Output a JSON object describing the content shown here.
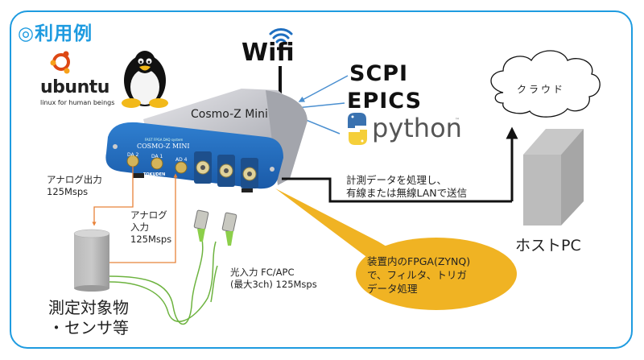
{
  "title": "◎利用例",
  "os_logos": {
    "ubuntu": {
      "name": "ubuntu",
      "tagline": "linux for human beings"
    },
    "linux": {
      "name": "tux-penguin"
    }
  },
  "wifi": {
    "label": "Wifi"
  },
  "protocols": [
    {
      "label": "SCPI"
    },
    {
      "label": "EPICS"
    },
    {
      "label": "python",
      "trademark": "™"
    }
  ],
  "device": {
    "name": "Cosmo-Z Mini",
    "panel_brand": "COSMO-Z MINI",
    "panel_subtitle": "FAST FPGA DAQ system",
    "maker": "TOKUDEN",
    "ports": [
      "DA 2",
      "DA 1",
      "AD 4"
    ]
  },
  "analog_output": {
    "line1": "アナログ出力",
    "line2": "125Msps"
  },
  "analog_input": {
    "line1": "アナログ",
    "line2": "入力",
    "line3": "125Msps"
  },
  "optical_input": {
    "line1": "光入力 FC/APC",
    "line2": "(最大3ch) 125Msps"
  },
  "target": {
    "line1": "測定対象物",
    "line2": "・センサ等"
  },
  "transmit": {
    "line1": "計測データを処理し、",
    "line2": "有線または無線LANで送信"
  },
  "callout": {
    "line1": "装置内のFPGA(ZYNQ)",
    "line2": "で、フィルタ、トリガ",
    "line3": "データ処理"
  },
  "cloud": {
    "label": "クラウド"
  },
  "host": {
    "label": "ホストPC"
  },
  "colors": {
    "frame": "#1e9be0",
    "signal_line": "#e8833a",
    "fiber": "#6db33f",
    "callout": "#f0b323",
    "arrow": "#4a8fd0"
  }
}
